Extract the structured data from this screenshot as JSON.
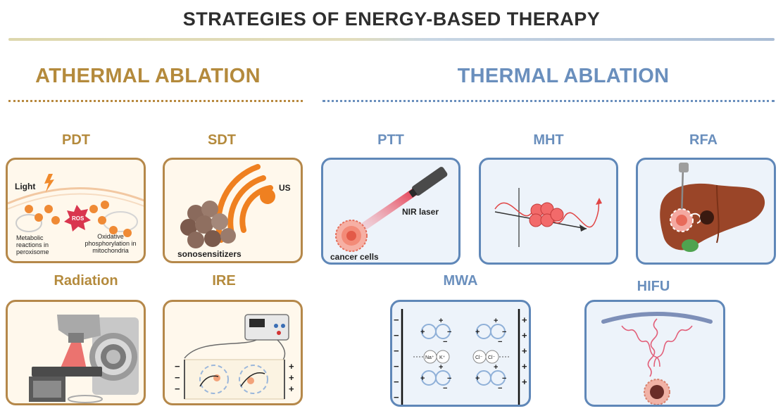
{
  "title": "STRATEGIES OF ENERGY-BASED THERAPY",
  "sections": {
    "athermal": {
      "label": "ATHERMAL ABLATION",
      "color": "#b48a3c"
    },
    "thermal": {
      "label": "THERMAL ABLATION",
      "color": "#6a8fbd"
    }
  },
  "therapies": {
    "pdt": {
      "label": "PDT",
      "texts": {
        "light": "Light",
        "ros": "ROS",
        "metabolic": "Metabolic",
        "reactions_in": "reactions in",
        "peroxisome": "peroxisome",
        "oxidative": "Oxidative",
        "phosphorylation_in": "phosphorylation in",
        "mitochondria": "mitochondria"
      }
    },
    "sdt": {
      "label": "SDT",
      "texts": {
        "us": "US",
        "sonosensitizers": "sonosensitizers"
      }
    },
    "radiation": {
      "label": "Radiation"
    },
    "ire": {
      "label": "IRE"
    },
    "ptt": {
      "label": "PTT",
      "texts": {
        "nir_laser": "NIR laser",
        "cancer_cells": "cancer cells"
      }
    },
    "mht": {
      "label": "MHT"
    },
    "rfa": {
      "label": "RFA"
    },
    "mwa": {
      "label": "MWA",
      "texts": {
        "na": "Na⁺",
        "k": "K⁺",
        "cl": "Cl⁻"
      }
    },
    "hifu": {
      "label": "HIFU"
    }
  },
  "colors": {
    "athermal_border": "#b5884a",
    "thermal_border": "#5f87b8",
    "athermal_fill": "#fff8ec",
    "thermal_fill": "#edf3fa"
  }
}
